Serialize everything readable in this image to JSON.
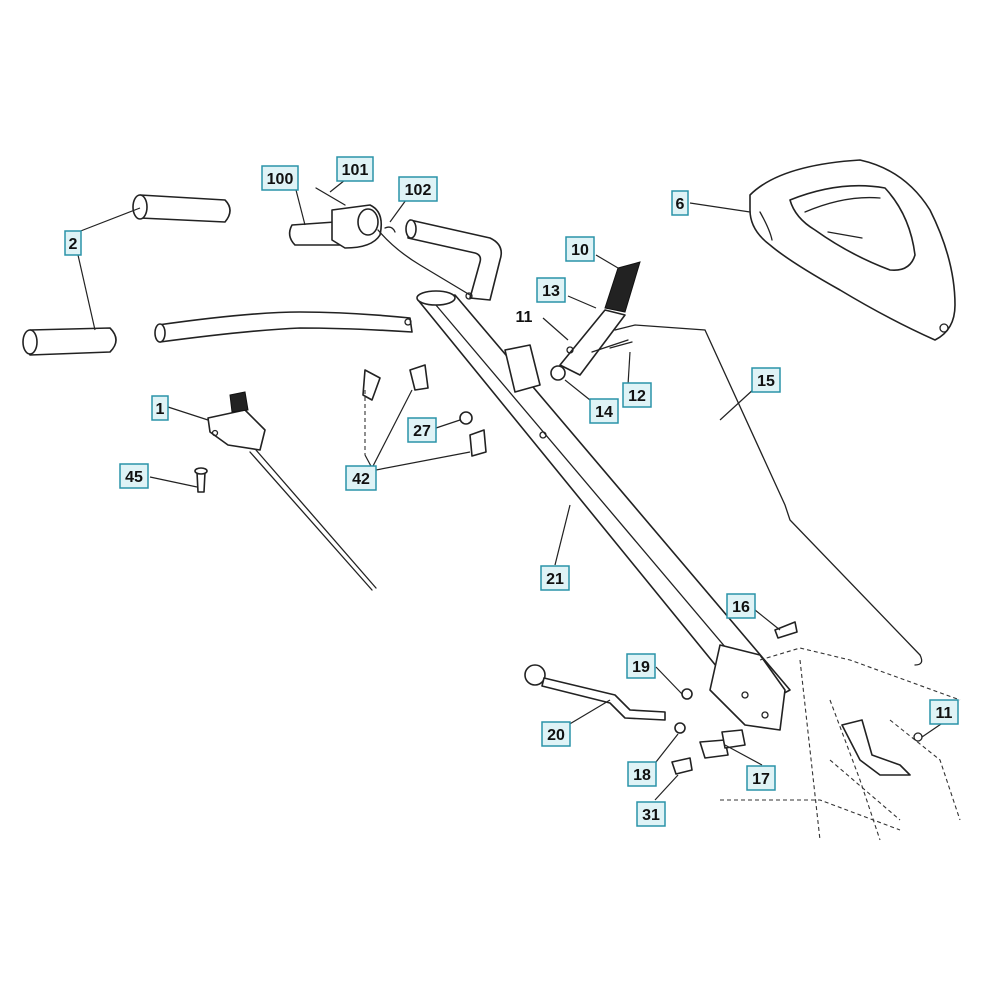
{
  "callouts": [
    {
      "id": "c100",
      "label": "100",
      "boxed": true
    },
    {
      "id": "c101",
      "label": "101",
      "boxed": true
    },
    {
      "id": "c102",
      "label": "102",
      "boxed": true
    },
    {
      "id": "c2",
      "label": "2",
      "boxed": true
    },
    {
      "id": "c6",
      "label": "6",
      "boxed": true
    },
    {
      "id": "c10",
      "label": "10",
      "boxed": true
    },
    {
      "id": "c13",
      "label": "13",
      "boxed": true
    },
    {
      "id": "c11a",
      "label": "11",
      "boxed": false
    },
    {
      "id": "c12",
      "label": "12",
      "boxed": true
    },
    {
      "id": "c14",
      "label": "14",
      "boxed": true
    },
    {
      "id": "c15",
      "label": "15",
      "boxed": true
    },
    {
      "id": "c1",
      "label": "1",
      "boxed": true
    },
    {
      "id": "c45",
      "label": "45",
      "boxed": true
    },
    {
      "id": "c27",
      "label": "27",
      "boxed": true
    },
    {
      "id": "c42",
      "label": "42",
      "boxed": true
    },
    {
      "id": "c21",
      "label": "21",
      "boxed": true
    },
    {
      "id": "c16",
      "label": "16",
      "boxed": true
    },
    {
      "id": "c19",
      "label": "19",
      "boxed": true
    },
    {
      "id": "c20",
      "label": "20",
      "boxed": true
    },
    {
      "id": "c11b",
      "label": "11",
      "boxed": true
    },
    {
      "id": "c18",
      "label": "18",
      "boxed": true
    },
    {
      "id": "c17",
      "label": "17",
      "boxed": true
    },
    {
      "id": "c31",
      "label": "31",
      "boxed": true
    }
  ],
  "colors": {
    "callout_fill": "#dff3f6",
    "callout_border": "#2a93a8",
    "line": "#222222"
  }
}
